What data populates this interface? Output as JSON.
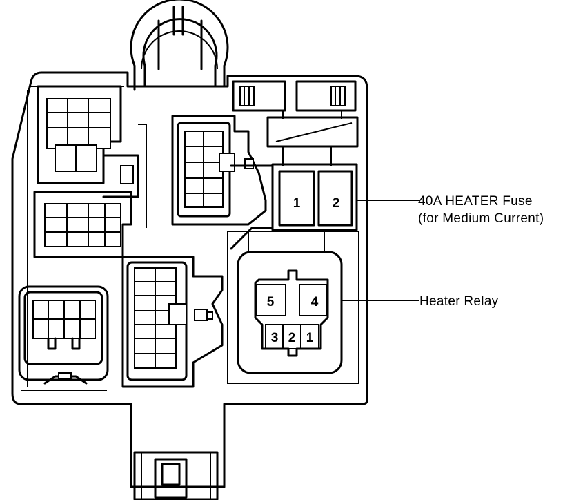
{
  "fuse_block": {
    "fuse_slots": [
      "1",
      "2"
    ],
    "relay_pins": {
      "pin_5": "5",
      "pin_4": "4",
      "pin_3": "3",
      "pin_2": "2",
      "pin_1": "1"
    }
  },
  "callouts": {
    "heater_fuse": {
      "line1": "40A HEATER Fuse",
      "line2": "(for Medium Current)"
    },
    "heater_relay": {
      "label": "Heater Relay"
    }
  }
}
